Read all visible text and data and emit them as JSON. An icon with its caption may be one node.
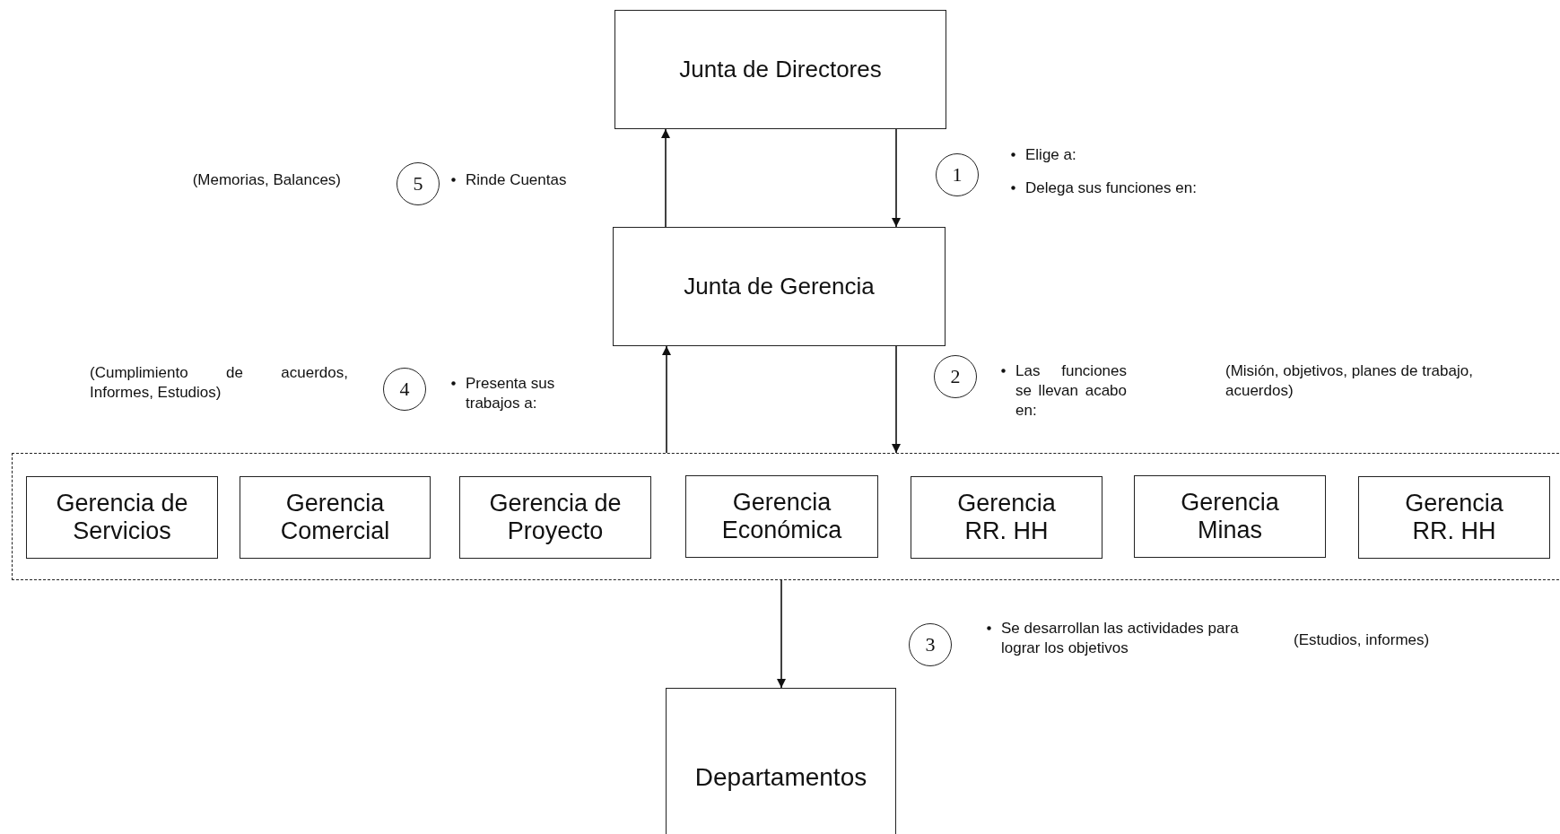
{
  "diagram": {
    "nodes": [
      {
        "text": [
          "Junta de Directores"
        ]
      },
      {
        "text": [
          "Junta de Gerencia"
        ]
      },
      {
        "text": [],
        "shape": "box"
      },
      {
        "text": [
          "Gerencia de Servicios"
        ],
        "in": 2
      },
      {
        "text": [
          "Gerencia Comercial"
        ],
        "in": 2
      },
      {
        "text": [
          "Gerencia de Proyecto"
        ],
        "in": 2
      },
      {
        "text": [
          "Gerencia Económica"
        ],
        "in": 2
      },
      {
        "text": [
          "Gerencia RR. HH"
        ],
        "in": 2
      },
      {
        "text": [
          "Gerencia Minas"
        ],
        "in": 2
      },
      {
        "text": [
          "Gerencia RR. HH"
        ],
        "in": 2
      },
      {
        "text": [
          "Departamentos"
        ]
      },
      {
        "text": [
          "5"
        ],
        "beside": [
          "Rinde Cuentas"
        ]
      },
      {
        "text": [
          "1"
        ],
        "beside": [
          "Elige a:",
          "Delega sus funciones en:"
        ]
      },
      {
        "text": [
          "4"
        ],
        "beside": [
          "Presenta sus trabajos a:"
        ]
      },
      {
        "text": [
          "2"
        ],
        "beside": [
          "Las funciones se llevan acabo en:"
        ]
      },
      {
        "text": [
          "3"
        ],
        "beside": [
          "Se desarrollan las actividades para lograr los objetivos"
        ]
      }
    ],
    "edges": [
      {
        "from": 0,
        "to": 1,
        "arrow": "to"
      },
      {
        "from": 1,
        "to": 0,
        "arrow": "to"
      },
      {
        "from": 1,
        "to": 2,
        "arrow": "to"
      },
      {
        "from": 2,
        "to": 1,
        "arrow": "to"
      },
      {
        "from": 2,
        "to": 10,
        "arrow": "to"
      }
    ],
    "labels": [
      "(Memorias, Balances)",
      "(Cumplimiento de acuerdos, Informes, Estudios)",
      "(Misión, objetivos, planes de trabajo, acuerdos)",
      "(Estudios, informes)"
    ]
  }
}
